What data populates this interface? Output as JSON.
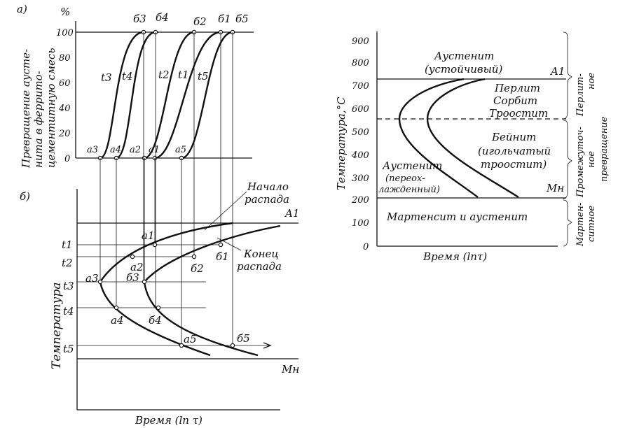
{
  "panel_a": {
    "label": "а)",
    "unit": "%",
    "ylabel_1": "Превращение аусте-",
    "ylabel_2": "нита в феррито-",
    "ylabel_3": "цементитную смесь",
    "ticks": [
      "100",
      "80",
      "60",
      "40",
      "20",
      "0"
    ],
    "curves": [
      "t3",
      "t4",
      "t2",
      "t1",
      "t5"
    ],
    "end_points": [
      "б3",
      "б4",
      "б2",
      "б1",
      "б5"
    ],
    "start_points": [
      "а3",
      "а4",
      "а2",
      "а1",
      "а5"
    ]
  },
  "panel_b": {
    "label": "б)",
    "ylabel": "Температура",
    "xlabel": "Время (ln τ)",
    "start_curve_label_1": "Начало",
    "start_curve_label_2": "распада",
    "end_curve_label_1": "Конец",
    "end_curve_label_2": "распада",
    "a1_line": "A1",
    "mn_line": "Мн",
    "temps": [
      "t1",
      "t2",
      "t3",
      "t4",
      "t5"
    ],
    "points": [
      "а1",
      "б1",
      "а2",
      "б2",
      "а3",
      "б3",
      "а4",
      "б4",
      "а5",
      "б5"
    ]
  },
  "panel_c": {
    "ylabel": "Температура,°С",
    "xlabel": "Время (lnτ)",
    "ticks": [
      "900",
      "800",
      "700",
      "600",
      "500",
      "400",
      "300",
      "200",
      "100",
      "0"
    ],
    "austenite_stable_1": "Аустенит",
    "austenite_stable_2": "(устойчивый)",
    "a1_line": "A1",
    "pearlite": "Перлит",
    "sorbite": "Сорбит",
    "troostite": "Троостит",
    "bainite": "Бейнит",
    "bainite_sub_1": "(игольчатый",
    "bainite_sub_2": "троостит)",
    "austenite_super_1": "Аустенит",
    "austenite_super_2": "(переох-",
    "austenite_super_3": "лажденный)",
    "mn_line": "Мн",
    "martensite": "Мартенсит и аустенит",
    "brace_pearlite_1": "Перлит-",
    "brace_pearlite_2": "ное",
    "brace_inter_1": "Промежуточ-",
    "brace_inter_2": "ное",
    "brace_transform": "превращение",
    "brace_mart_1": "Мартен-",
    "brace_mart_2": "ситное"
  }
}
